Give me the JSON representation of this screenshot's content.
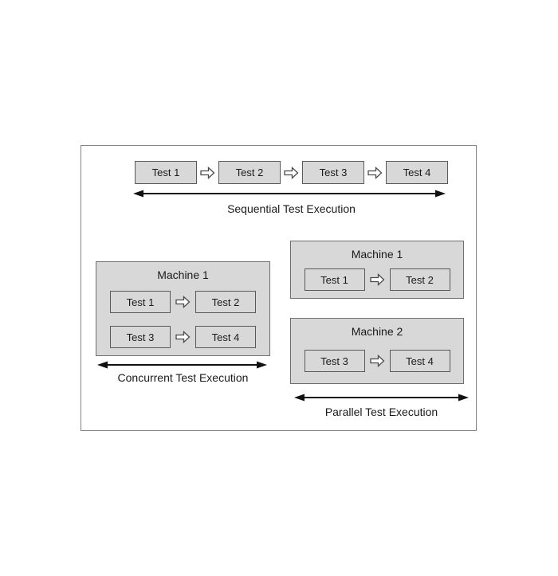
{
  "colors": {
    "box_fill": "#d8d8d8",
    "box_border": "#595959",
    "machine_border": "#6e6e6e",
    "frame_border": "#828282",
    "block_arrow_outline": "#4a4a4a",
    "arrow": "#111111",
    "text": "#1a1a1a"
  },
  "sequential": {
    "tests": [
      "Test 1",
      "Test 2",
      "Test 3",
      "Test 4"
    ],
    "caption": "Sequential Test Execution"
  },
  "concurrent": {
    "machine": {
      "title": "Machine 1",
      "rows": [
        [
          "Test 1",
          "Test 2"
        ],
        [
          "Test 3",
          "Test 4"
        ]
      ]
    },
    "caption": "Concurrent Test Execution"
  },
  "parallel": {
    "machines": [
      {
        "title": "Machine 1",
        "tests": [
          "Test 1",
          "Test 2"
        ]
      },
      {
        "title": "Machine 2",
        "tests": [
          "Test 3",
          "Test 4"
        ]
      }
    ],
    "caption": "Parallel Test Execution"
  }
}
